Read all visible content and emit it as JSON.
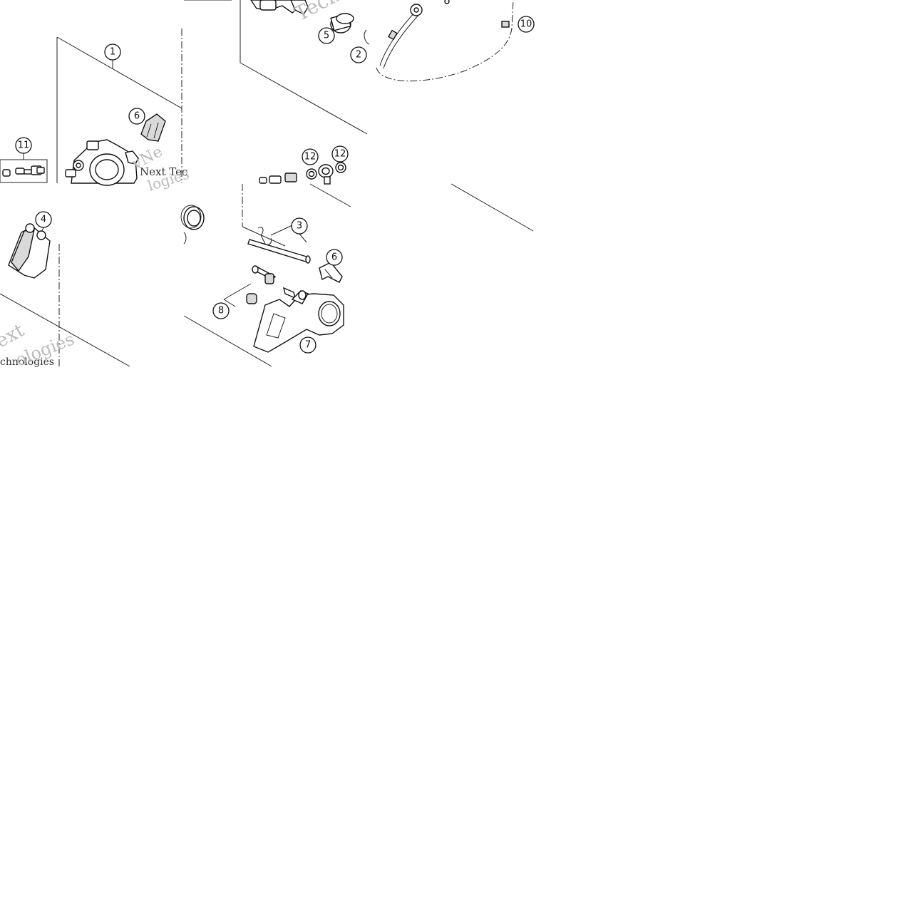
{
  "callouts": [
    {
      "id": "c1",
      "label": "1"
    },
    {
      "id": "c2",
      "label": "2"
    },
    {
      "id": "c3",
      "label": "3"
    },
    {
      "id": "c4",
      "label": "4"
    },
    {
      "id": "c5",
      "label": "5"
    },
    {
      "id": "c6a",
      "label": "6"
    },
    {
      "id": "c6b",
      "label": "6"
    },
    {
      "id": "c7",
      "label": "7"
    },
    {
      "id": "c8",
      "label": "8"
    },
    {
      "id": "c10",
      "label": "10"
    },
    {
      "id": "c11",
      "label": "11"
    },
    {
      "id": "c12a",
      "label": "12"
    },
    {
      "id": "c12b",
      "label": "12"
    }
  ],
  "watermarks": {
    "w1": "Techni",
    "w2": "vNe",
    "w3": "Next Tec",
    "w4": "logies",
    "w5": "ext",
    "w6": "chnologies",
    "w7": "ologies"
  }
}
